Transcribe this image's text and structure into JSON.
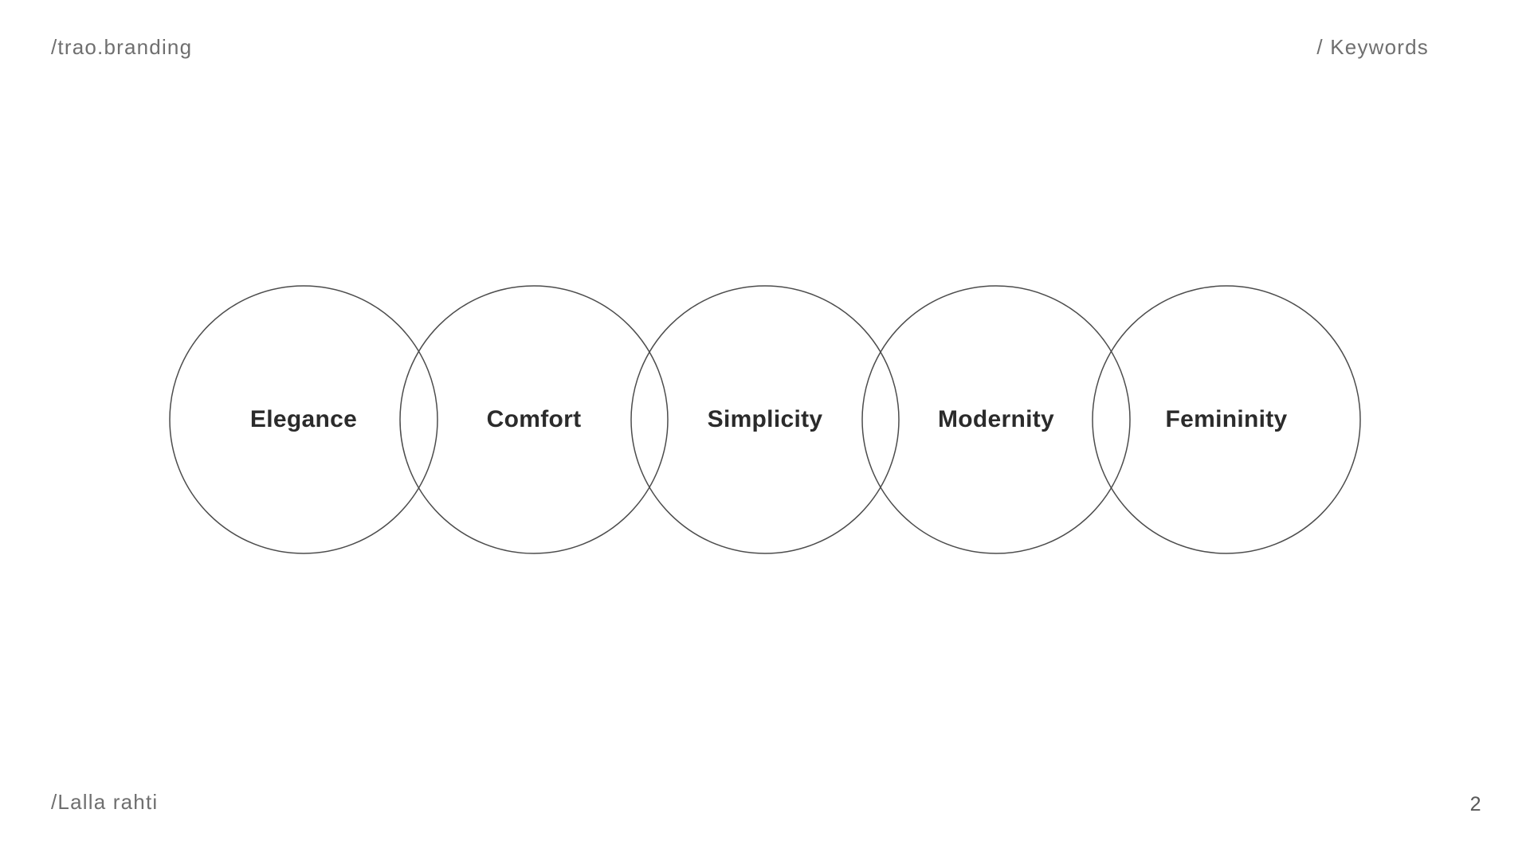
{
  "header": {
    "brand": "/trao.branding",
    "section": "/ Keywords"
  },
  "keywords": [
    "Elegance",
    "Comfort",
    "Simplicity",
    "Modernity",
    "Femininity"
  ],
  "footer": {
    "author": "/Lalla rahti",
    "page_number": "2"
  },
  "colors": {
    "background": "#ffffff",
    "muted_text": "#6f6f6f",
    "page_number_text": "#585858",
    "circle_stroke": "#4c4c4c",
    "keyword_text": "#2b2b2b"
  }
}
